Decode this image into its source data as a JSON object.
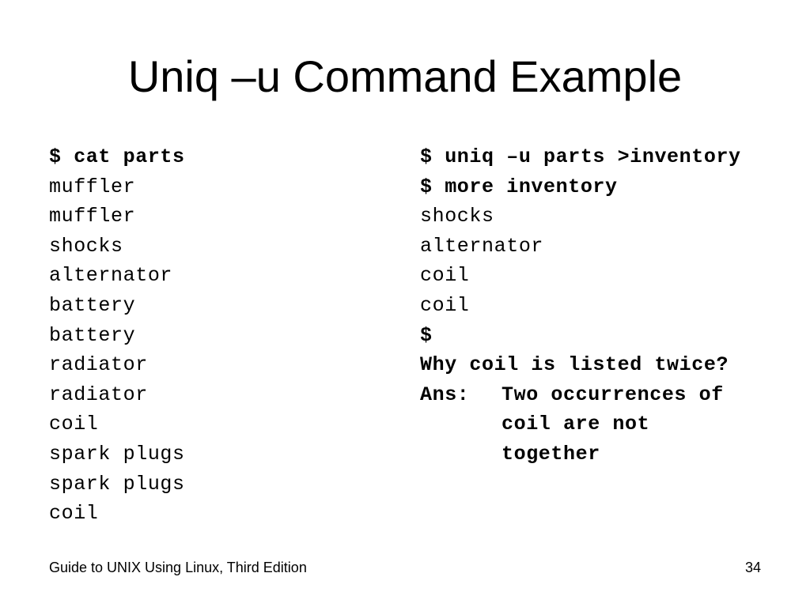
{
  "slide": {
    "title": "Uniq –u Command Example",
    "left": {
      "command": "$ cat parts",
      "lines": [
        "muffler",
        "muffler",
        "shocks",
        "alternator",
        "battery",
        "battery",
        "radiator",
        "radiator",
        "coil",
        "spark plugs",
        "spark plugs",
        "coil"
      ]
    },
    "right": {
      "command1": "$ uniq –u parts >inventory",
      "command2": "$ more inventory",
      "lines": [
        "shocks",
        "alternator",
        "coil",
        "coil"
      ],
      "prompt": "$",
      "question": "Why coil is listed twice?",
      "answer_label": "Ans:",
      "answer_lines": [
        "Two occurrences of",
        "coil are not",
        "together"
      ]
    },
    "footer": {
      "left": "Guide to UNIX Using Linux, Third Edition",
      "page_number": "34"
    }
  }
}
